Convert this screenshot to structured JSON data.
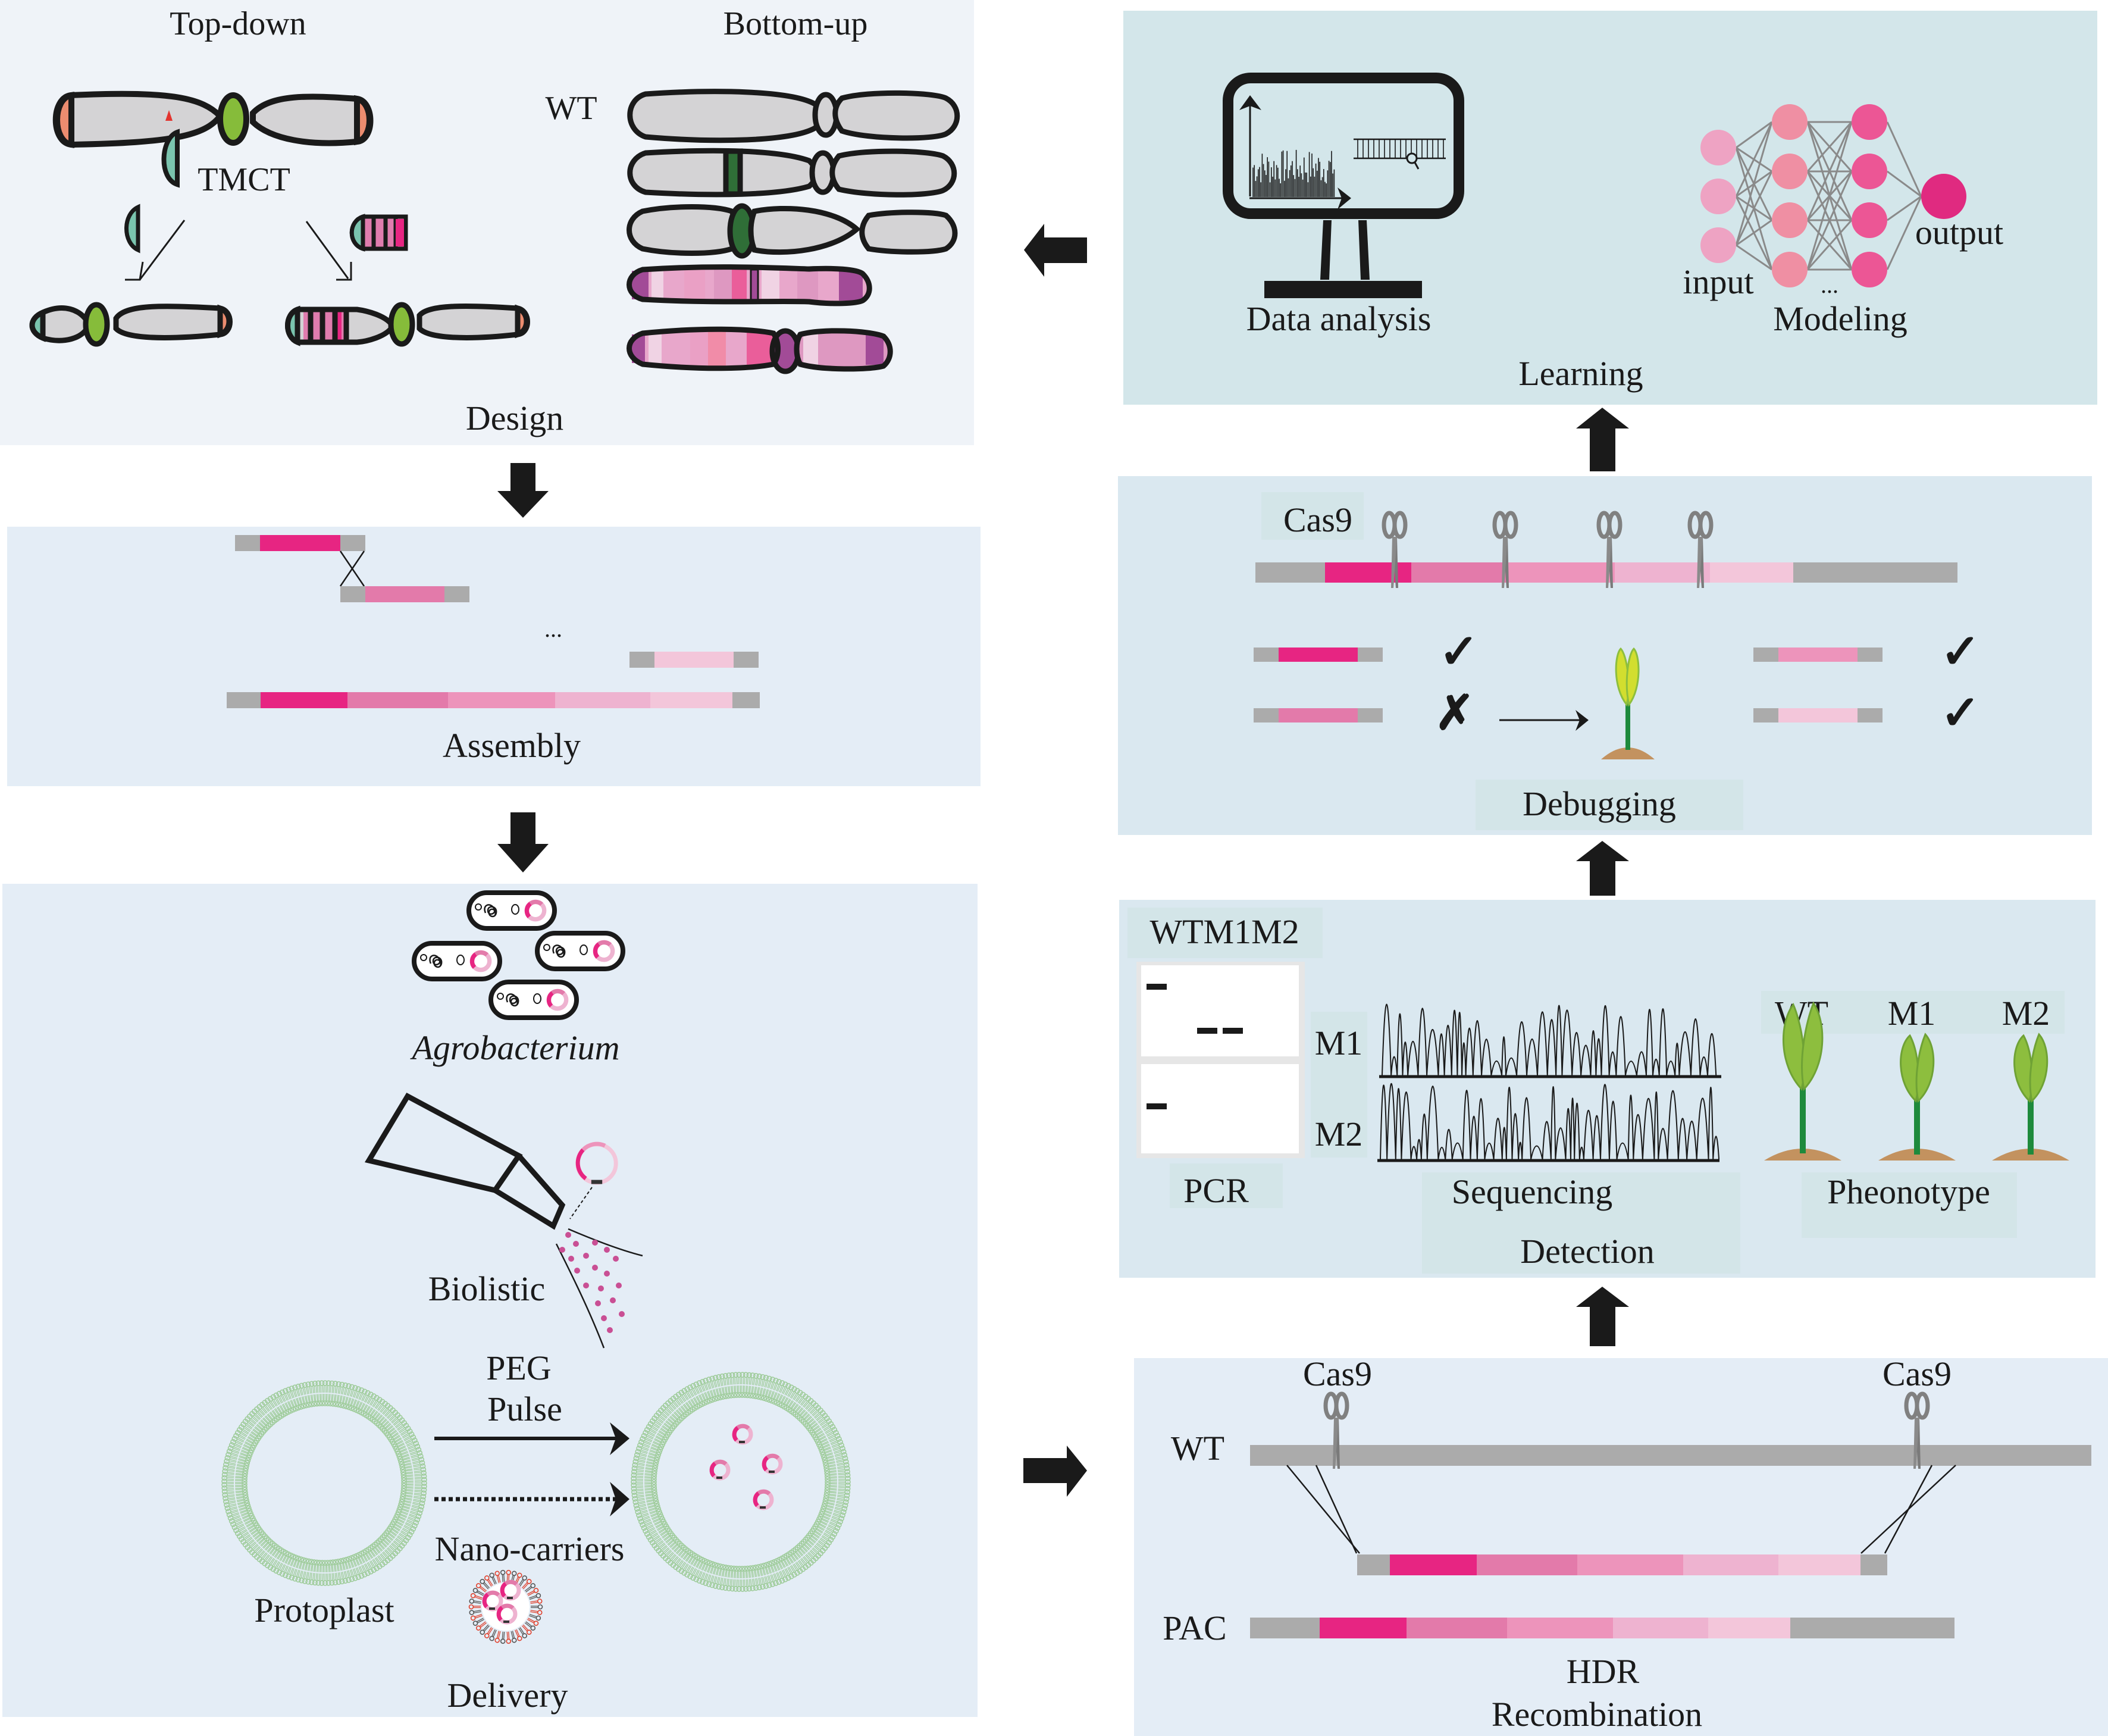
{
  "colors": {
    "panel_design": "#EFF3F8",
    "panel_assembly": "#E4EDF6",
    "panel_delivery": "#E4EDF6",
    "panel_learning": "#D3E6EA",
    "panel_debugging": "#DAE8F0",
    "panel_detection": "#DAE8F0",
    "panel_hdr": "#E4EDF6",
    "label_box": "#D3E5E8",
    "chrom_gray": "#D4D3D5",
    "telomere": "#EC8C6F",
    "centromere_green": "#86BC3A",
    "insert_teal": "#7AC4AE",
    "dark_green": "#2F6E37",
    "centromere_purple": "#A24B97",
    "seg_gray": "#ABABAB",
    "seg1": "#E72582",
    "seg2": "#E37AAA",
    "seg3": "#ED94BB",
    "seg4": "#EEB3D0",
    "seg5": "#F3C6DA",
    "nn_input": "#EEA3C3",
    "nn_hidden1": "#EF8FA3",
    "nn_hidden2": "#EC5695",
    "nn_output": "#E02A80",
    "soil": "#C3925F",
    "stem": "#1E8A3C",
    "leaf": "#8DBE3E",
    "leaf_yellow": "#D2DE2F",
    "membrane": "#9FCC9B",
    "arrow": "#1a1a1a"
  },
  "design": {
    "title": "Design",
    "top_down_label": "Top-down",
    "bottom_up_label": "Bottom-up",
    "tmct_label": "TMCT",
    "wt_label": "WT"
  },
  "assembly": {
    "title": "Assembly",
    "ellipsis": "..."
  },
  "delivery": {
    "title": "Delivery",
    "agrobacterium_label": "Agrobacterium",
    "biolistic_label": "Biolistic",
    "peg_label": "PEG",
    "pulse_label": "Pulse",
    "nanocarriers_label": "Nano-carriers",
    "protoplast_label": "Protoplast"
  },
  "learning": {
    "title": "Learning",
    "data_analysis_label": "Data analysis",
    "modeling_label": "Modeling",
    "input_label": "input",
    "output_label": "output",
    "ellipsis": "..."
  },
  "debugging": {
    "title": "Debugging",
    "cas9_label": "Cas9",
    "check_mark": "✓",
    "cross_mark": "✗"
  },
  "detection": {
    "title": "Detection",
    "gel_header": "WTM1M2",
    "m1_label": "M1",
    "m2_label": "M2",
    "pcr_label": "PCR",
    "sequencing_label": "Sequencing",
    "phenotype_label": "Pheonotype",
    "plant_labels": [
      "WT",
      "M1",
      "M2"
    ]
  },
  "hdr": {
    "title": "HDR",
    "subtitle": "Recombination",
    "cas9_left": "Cas9",
    "cas9_right": "Cas9",
    "wt_label": "WT",
    "pac_label": "PAC"
  }
}
